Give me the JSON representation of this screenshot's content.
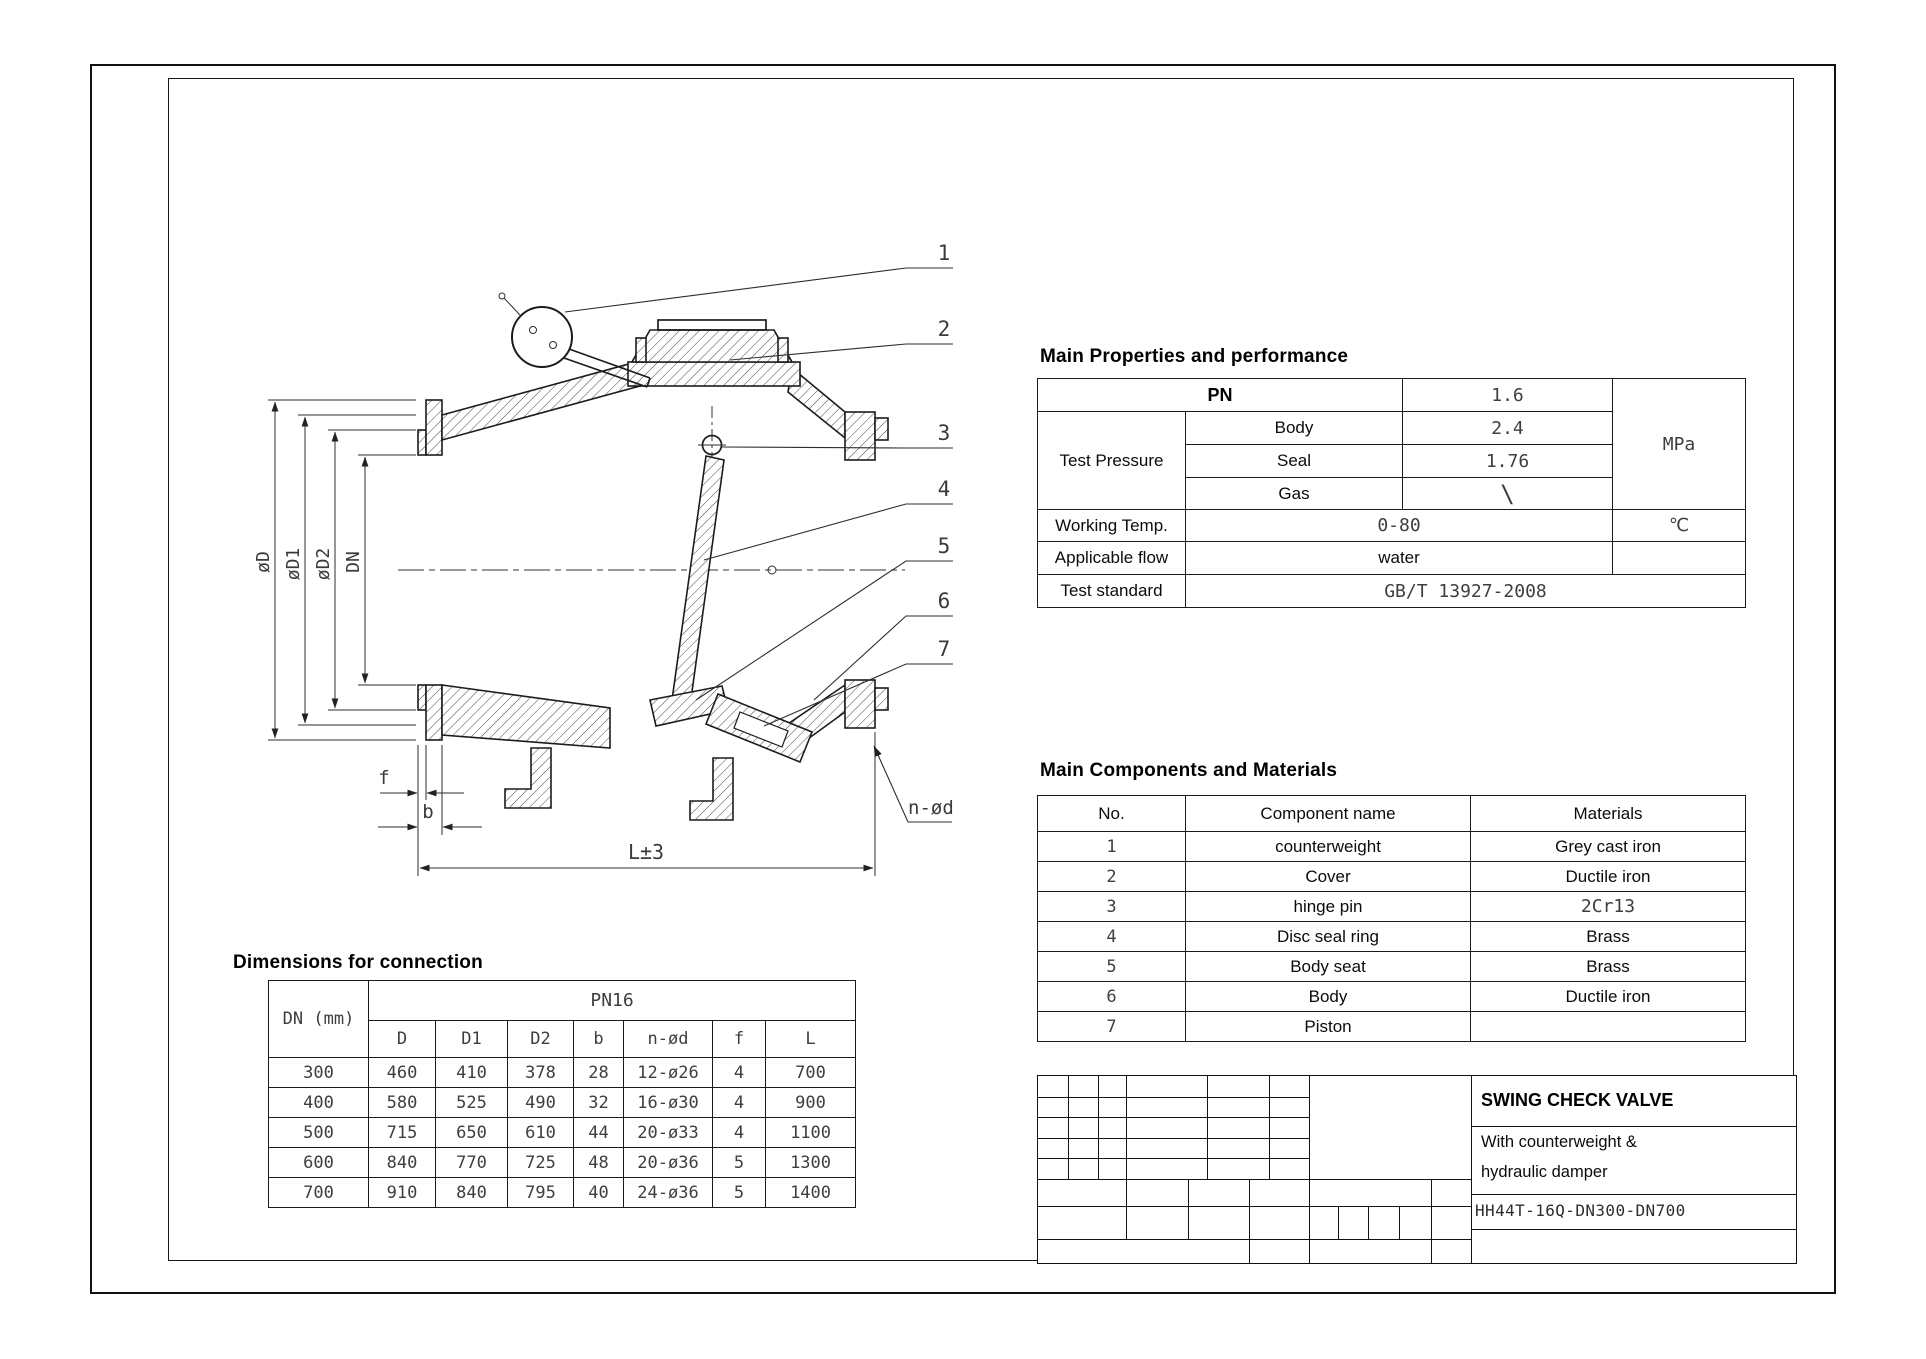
{
  "properties": {
    "title": "Main Properties and performance",
    "pn_label": "PN",
    "pn_value": "1.6",
    "test_pressure_label": "Test Pressure",
    "body_label": "Body",
    "body_value": "2.4",
    "seal_label": "Seal",
    "seal_value": "1.76",
    "gas_label": "Gas",
    "gas_value": "\\",
    "unit_mpa": "MPa",
    "temp_label": "Working Temp.",
    "temp_value": "0-80",
    "temp_unit": "℃",
    "flow_label": "Applicable flow",
    "flow_value": "water",
    "standard_label": "Test standard",
    "standard_value": "GB/T 13927-2008"
  },
  "components": {
    "title": "Main Components and Materials",
    "headers": [
      "No.",
      "Component name",
      "Materials"
    ],
    "rows": [
      [
        "1",
        "counterweight",
        "Grey cast iron"
      ],
      [
        "2",
        "Cover",
        "Ductile iron"
      ],
      [
        "3",
        "hinge pin",
        "2Cr13"
      ],
      [
        "4",
        "Disc seal ring",
        "Brass"
      ],
      [
        "5",
        "Body seat",
        "Brass"
      ],
      [
        "6",
        "Body",
        "Ductile iron"
      ],
      [
        "7",
        "Piston",
        ""
      ]
    ]
  },
  "dimensions": {
    "title": "Dimensions for connection",
    "group_header": "PN16",
    "col_headers": [
      "DN (mm)",
      "D",
      "D1",
      "D2",
      "b",
      "n-ød",
      "f",
      "L"
    ],
    "rows": [
      [
        "300",
        "460",
        "410",
        "378",
        "28",
        "12-ø26",
        "4",
        "700"
      ],
      [
        "400",
        "580",
        "525",
        "490",
        "32",
        "16-ø30",
        "4",
        "900"
      ],
      [
        "500",
        "715",
        "650",
        "610",
        "44",
        "20-ø33",
        "4",
        "1100"
      ],
      [
        "600",
        "840",
        "770",
        "725",
        "48",
        "20-ø36",
        "5",
        "1300"
      ],
      [
        "700",
        "910",
        "840",
        "795",
        "40",
        "24-ø36",
        "5",
        "1400"
      ]
    ]
  },
  "title_block": {
    "product_name": "SWING CHECK VALVE",
    "description_line1": "With counterweight &",
    "description_line2": "hydraulic damper",
    "model": "HH44T-16Q-DN300-DN700"
  },
  "drawing": {
    "callouts": [
      "1",
      "2",
      "3",
      "4",
      "5",
      "6",
      "7"
    ],
    "labels": {
      "d": "øD",
      "d1": "øD1",
      "d2": "øD2",
      "dn": "DN",
      "f": "f",
      "b": "b",
      "l": "L±3",
      "n_d": "n-ød"
    }
  }
}
